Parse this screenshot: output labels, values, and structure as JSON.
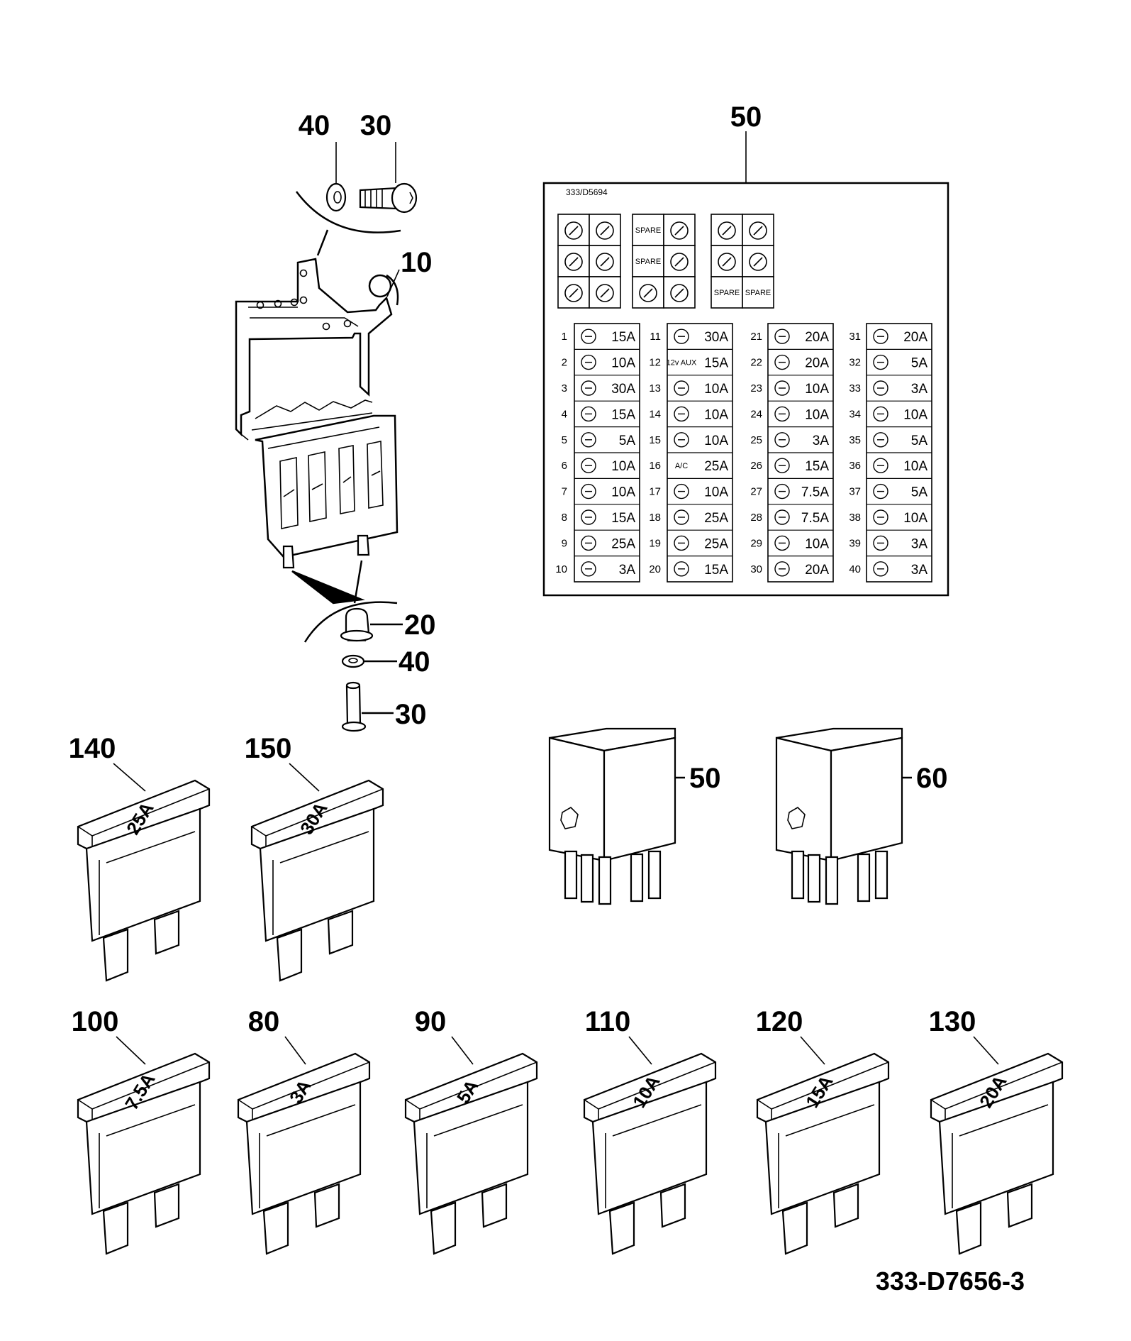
{
  "diagram": {
    "drawing_number": "333-D7656-3",
    "label_code": "333/D5694",
    "bracket_callouts": {
      "washer_top": "40",
      "screw_top": "30",
      "bracket": "10",
      "label": "50",
      "rivet": "20",
      "washer_bottom": "40",
      "screw_bottom": "30"
    },
    "relay_callouts": [
      "50",
      "60"
    ],
    "relay_groups": [
      [
        "",
        "",
        "",
        "",
        "",
        ""
      ],
      [
        "SPARE",
        "",
        "SPARE",
        "",
        "",
        ""
      ],
      [
        "",
        "",
        "",
        "",
        "SPARE",
        "SPARE"
      ]
    ],
    "fuse_columns": [
      [
        {
          "n": "1",
          "r": "15A"
        },
        {
          "n": "2",
          "r": "10A"
        },
        {
          "n": "3",
          "r": "30A"
        },
        {
          "n": "4",
          "r": "15A"
        },
        {
          "n": "5",
          "r": "5A"
        },
        {
          "n": "6",
          "r": "10A"
        },
        {
          "n": "7",
          "r": "10A"
        },
        {
          "n": "8",
          "r": "15A"
        },
        {
          "n": "9",
          "r": "25A"
        },
        {
          "n": "10",
          "r": "3A"
        }
      ],
      [
        {
          "n": "11",
          "r": "30A"
        },
        {
          "n": "12",
          "r": "15A",
          "t": "12v AUX"
        },
        {
          "n": "13",
          "r": "10A"
        },
        {
          "n": "14",
          "r": "10A"
        },
        {
          "n": "15",
          "r": "10A"
        },
        {
          "n": "16",
          "r": "25A",
          "t": "A/C"
        },
        {
          "n": "17",
          "r": "10A"
        },
        {
          "n": "18",
          "r": "25A"
        },
        {
          "n": "19",
          "r": "25A"
        },
        {
          "n": "20",
          "r": "15A"
        }
      ],
      [
        {
          "n": "21",
          "r": "20A"
        },
        {
          "n": "22",
          "r": "20A"
        },
        {
          "n": "23",
          "r": "10A"
        },
        {
          "n": "24",
          "r": "10A"
        },
        {
          "n": "25",
          "r": "3A"
        },
        {
          "n": "26",
          "r": "15A"
        },
        {
          "n": "27",
          "r": "7.5A"
        },
        {
          "n": "28",
          "r": "7.5A"
        },
        {
          "n": "29",
          "r": "10A"
        },
        {
          "n": "30",
          "r": "20A"
        }
      ],
      [
        {
          "n": "31",
          "r": "20A"
        },
        {
          "n": "32",
          "r": "5A"
        },
        {
          "n": "33",
          "r": "3A"
        },
        {
          "n": "34",
          "r": "10A"
        },
        {
          "n": "35",
          "r": "5A"
        },
        {
          "n": "36",
          "r": "10A"
        },
        {
          "n": "37",
          "r": "5A"
        },
        {
          "n": "38",
          "r": "10A"
        },
        {
          "n": "39",
          "r": "3A"
        },
        {
          "n": "40",
          "r": "3A"
        }
      ]
    ],
    "blade_fuses": [
      {
        "callout": "140",
        "rating": "25A"
      },
      {
        "callout": "150",
        "rating": "30A"
      },
      {
        "callout": "100",
        "rating": "7.5A"
      },
      {
        "callout": "80",
        "rating": "3A"
      },
      {
        "callout": "90",
        "rating": "5A"
      },
      {
        "callout": "110",
        "rating": "10A"
      },
      {
        "callout": "120",
        "rating": "15A"
      },
      {
        "callout": "130",
        "rating": "20A"
      }
    ]
  }
}
